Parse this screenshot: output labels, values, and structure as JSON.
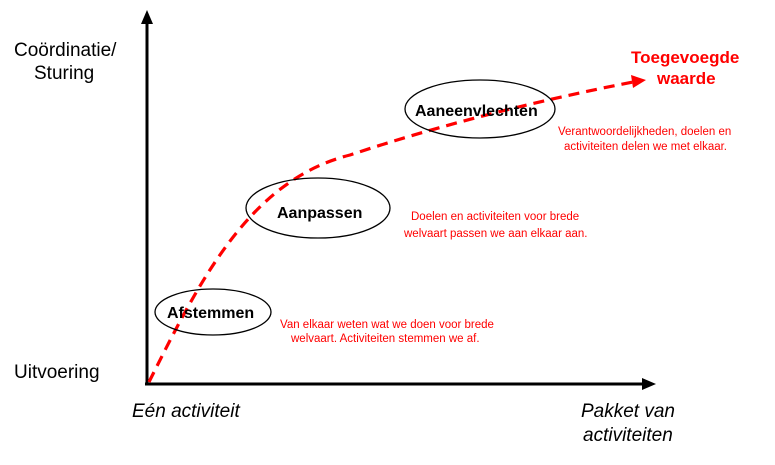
{
  "colors": {
    "axis": "#000000",
    "curve": "#ff0000",
    "accent_text": "#ff0000"
  },
  "y_axis": {
    "top_label_line1": "Coördinatie/",
    "top_label_line2": "Sturing",
    "bottom_label": "Uitvoering"
  },
  "x_axis": {
    "left_label": "Eén activiteit",
    "right_label_line1": "Pakket van",
    "right_label_line2": "activiteiten"
  },
  "curve": {
    "style": "dashed",
    "label_line1": "Toegevoegde",
    "label_line2": "waarde"
  },
  "stages": [
    {
      "label": "Afstemmen",
      "description_line1": "Van elkaar weten wat we doen voor brede",
      "description_line2": "welvaart. Activiteiten stemmen we af."
    },
    {
      "label": "Aanpassen",
      "description_line1": "Doelen en activiteiten voor brede",
      "description_line2": "welvaart passen we aan elkaar aan."
    },
    {
      "label": "Aaneenvlechten",
      "description_line1": "Verantwoordelijkheden, doelen en",
      "description_line2": "activiteiten delen we met elkaar."
    }
  ]
}
